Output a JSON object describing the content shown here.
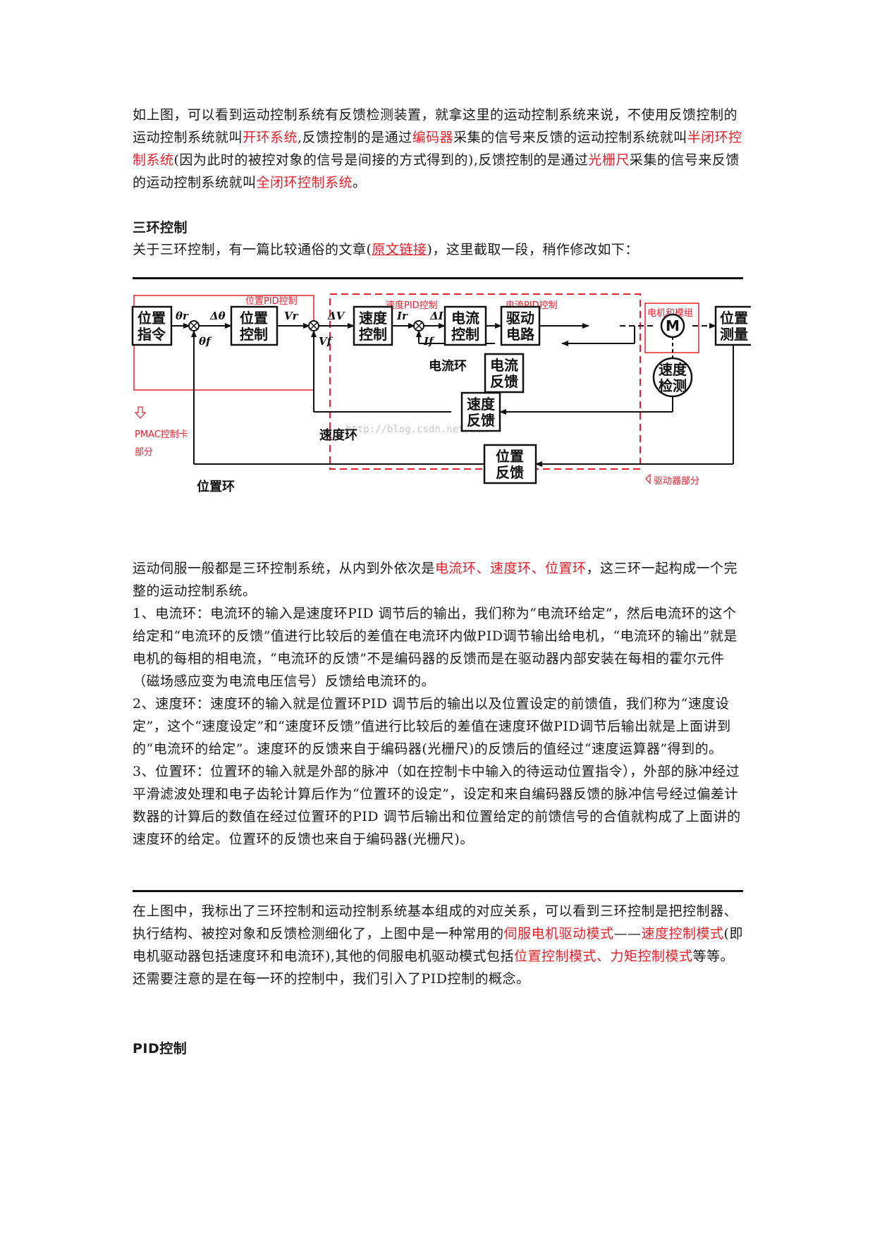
{
  "intro": {
    "s1": "如上图，可以看到运动控制系统有反馈检测装置，就拿这里的运动控制系统来说，不使用反馈控制的运动控制系统就叫",
    "h1": "开环系统",
    "s2": ",反馈控制的是通过",
    "h2": "编码器",
    "s3": "采集的信号来反馈的运动控制系统就叫",
    "h3": "半闭环控制系统",
    "s4": "(因为此时的被控对象的信号是间接的方式得到的),反馈控制的是通过",
    "h4": "光栅尺",
    "s5": "采集的信号来反馈的运动控制系统就叫",
    "h5": "全闭环控制系统",
    "s6": "。"
  },
  "section_three_loop": {
    "title": "三环控制",
    "lead_before": "关于三环控制，有一篇比较通俗的文章(",
    "link_text": "原文链接",
    "lead_after": ")，这里截取一段，稍作修改如下："
  },
  "diagram": {
    "blocks": {
      "position_command": [
        "位置",
        "指令"
      ],
      "position_control": [
        "位置",
        "控制"
      ],
      "speed_control": [
        "速度",
        "控制"
      ],
      "current_control": [
        "电流",
        "控制"
      ],
      "drive_circuit": [
        "驱动",
        "电路"
      ],
      "position_measure": [
        "位置",
        "测量"
      ],
      "current_feedback": [
        "电流",
        "反馈"
      ],
      "speed_detect": [
        "速度",
        "检测"
      ],
      "speed_feedback": [
        "速度",
        "反馈"
      ],
      "position_feedback": [
        "位置",
        "反馈"
      ]
    },
    "motor_symbol": "M",
    "loops": {
      "current": "电流环",
      "speed": "速度环",
      "position": "位置环"
    },
    "symbols": {
      "theta_r": "θr",
      "delta_theta": "Δθ",
      "theta_f": "θf",
      "v_r": "Vr",
      "delta_v": "ΔV",
      "v_f": "Vf",
      "i_r": "Ir",
      "delta_i": "ΔI",
      "i_f": "If"
    },
    "annotations": {
      "pid_position": "位置PID控制",
      "pid_speed": "速度PID控制",
      "pid_current": "电流PID控制",
      "motor_module": "电机和模组",
      "pmac_line1": "PMAC控制卡",
      "pmac_line2": "部分",
      "driver": "驱动器部分"
    },
    "watermark": "http://blog.csdn.net/wen",
    "colors": {
      "annotation": "#e8202a",
      "ink": "#111111"
    }
  },
  "body": {
    "p1_a": "运动伺服一般都是三环控制系统，从内到外依次是",
    "p1_h": "电流环、速度环、位置环",
    "p1_b": "，这三环一起构成一个完整的运动控制系统。",
    "p2": "1、电流环：电流环的输入是速度环PID 调节后的输出，我们称为“电流环给定”，然后电流环的这个给定和“电流环的反馈”值进行比较后的差值在电流环内做PID调节输出给电机，“电流环的输出”就是电机的每相的相电流，“电流环的反馈”不是编码器的反馈而是在驱动器内部安装在每相的霍尔元件（磁场感应变为电流电压信号）反馈给电流环的。",
    "p3": "2、速度环：速度环的输入就是位置环PID 调节后的输出以及位置设定的前馈值，我们称为“速度设定”，这个“速度设定”和“速度环反馈”值进行比较后的差值在速度环做PID调节后输出就是上面讲到的“电流环的给定”。速度环的反馈来自于编码器(光栅尺)的反馈后的值经过“速度运算器”得到的。",
    "p4": "3、位置环：位置环的输入就是外部的脉冲（如在控制卡中输入的待运动位置指令），外部的脉冲经过平滑滤波处理和电子齿轮计算后作为“位置环的设定”，设定和来自编码器反馈的脉冲信号经过偏差计数器的计算后的数值在经过位置环的PID 调节后输出和位置给定的前馈信号的合值就构成了上面讲的速度环的给定。位置环的反馈也来自于编码器(光栅尺)。"
  },
  "summary": {
    "s1": "在上图中，我标出了三环控制和运动控制系统基本组成的对应关系，可以看到三环控制是把控制器、执行结构、被控对象和反馈检测细化了，上图中是一种常用的",
    "h1": "伺服电机驱动模式",
    "s2": "——",
    "h2": "速度控制模式",
    "s3": "(即电机驱动器包括速度环和电流环),其他的伺服电机驱动模式包括",
    "h3": "位置控制模式、力矩控制模式",
    "s4": "等等。",
    "p2": "还需要注意的是在每一环的控制中，我们引入了PID控制的概念。"
  },
  "section_pid": {
    "title": "PID控制"
  }
}
